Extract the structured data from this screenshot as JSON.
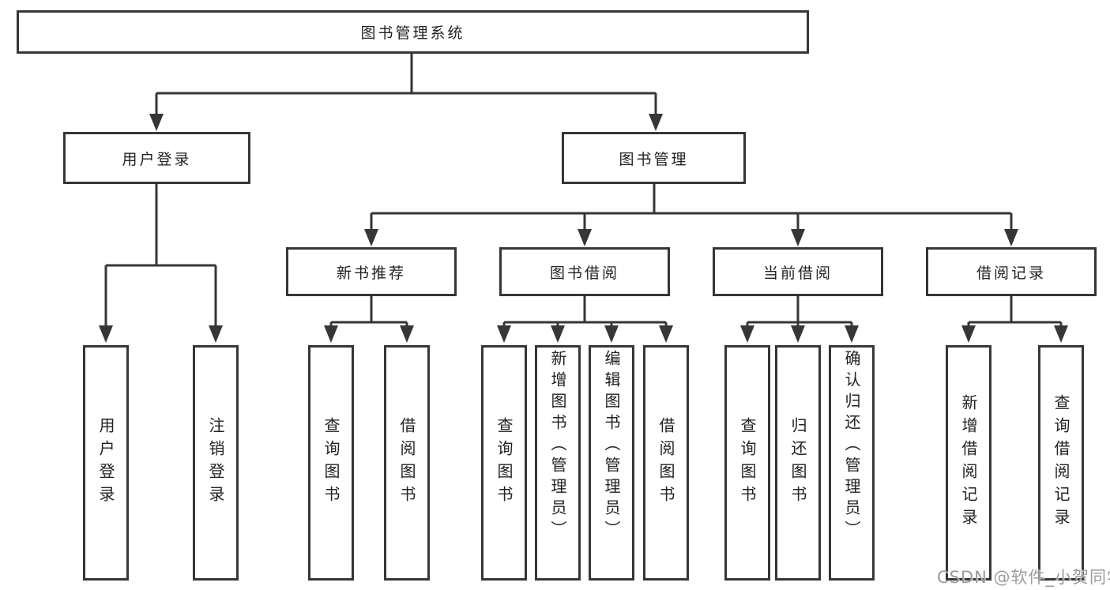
{
  "diagram": {
    "root": {
      "label": "图书管理系统"
    },
    "level2": [
      {
        "label": "用户登录",
        "children": [
          {
            "label": "用户登录"
          },
          {
            "label": "注销登录"
          }
        ]
      },
      {
        "label": "图书管理",
        "children": [
          {
            "label": "新书推荐",
            "children": [
              {
                "label": "查询图书"
              },
              {
                "label": "借阅图书"
              }
            ]
          },
          {
            "label": "图书借阅",
            "children": [
              {
                "label": "查询图书"
              },
              {
                "label": "新增图书（管理员）"
              },
              {
                "label": "编辑图书（管理员）"
              },
              {
                "label": "借阅图书"
              }
            ]
          },
          {
            "label": "当前借阅",
            "children": [
              {
                "label": "查询图书"
              },
              {
                "label": "归还图书"
              },
              {
                "label": "确认归还（管理员）"
              }
            ]
          },
          {
            "label": "借阅记录",
            "children": [
              {
                "label": "新增借阅记录"
              },
              {
                "label": "查询借阅记录"
              }
            ]
          }
        ]
      }
    ]
  },
  "watermark": {
    "text": "CSDN @软件_小贺同学"
  },
  "colors": {
    "line": "#363636",
    "box_border": "#363636",
    "text": "#222222",
    "background": "#ffffff",
    "watermark": "#9b9b9b"
  }
}
